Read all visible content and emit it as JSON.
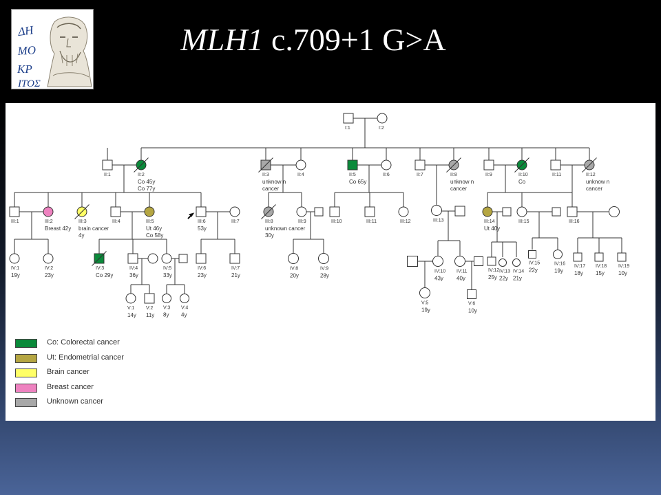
{
  "title": {
    "gene": "MLH1",
    "variant": " c.709+1 G>A"
  },
  "logo": {
    "text": "ΔΗΜΟΚΡΙΤΟΣ",
    "icon": "demokritos-bust-logo"
  },
  "colors": {
    "colorectal": "#0a8a3a",
    "endometrial": "#b5a642",
    "brain": "#ffff66",
    "breast": "#ee82c0",
    "unknown": "#a8a8a8"
  },
  "legend": [
    {
      "key": "colorectal",
      "label": "Co: Colorectal cancer"
    },
    {
      "key": "endometrial",
      "label": "Ut: Endometrial cancer"
    },
    {
      "key": "brain",
      "label": "Brain cancer"
    },
    {
      "key": "breast",
      "label": "Breast cancer"
    },
    {
      "key": "unknown",
      "label": "Unknown cancer"
    }
  ],
  "individuals": [
    {
      "id": "I:1",
      "sex": "m"
    },
    {
      "id": "I:2",
      "sex": "f"
    },
    {
      "id": "II:1",
      "sex": "m"
    },
    {
      "id": "II:2",
      "sex": "f",
      "fill": "colorectal",
      "status": "deceased",
      "notes": [
        "Co 45y",
        "Co 77y"
      ]
    },
    {
      "id": "II:3",
      "sex": "m",
      "fill": "unknown",
      "status": "deceased",
      "notes": [
        "unknow n",
        "cancer"
      ]
    },
    {
      "id": "II:4",
      "sex": "f"
    },
    {
      "id": "II:5",
      "sex": "m",
      "fill": "colorectal",
      "notes": [
        "Co 65y"
      ]
    },
    {
      "id": "II:6",
      "sex": "f"
    },
    {
      "id": "II:7",
      "sex": "m"
    },
    {
      "id": "II:8",
      "sex": "f",
      "fill": "unknown",
      "status": "deceased",
      "notes": [
        "unknow n",
        "cancer"
      ]
    },
    {
      "id": "II:9",
      "sex": "m"
    },
    {
      "id": "II:10",
      "sex": "f",
      "fill": "colorectal",
      "status": "deceased",
      "notes": [
        "Co"
      ]
    },
    {
      "id": "II:11",
      "sex": "m"
    },
    {
      "id": "II:12",
      "sex": "f",
      "fill": "unknown",
      "status": "deceased",
      "notes": [
        "unknow n",
        "cancer"
      ]
    },
    {
      "id": "III:1",
      "sex": "m"
    },
    {
      "id": "III:2",
      "sex": "f",
      "fill": "breast",
      "notes": [
        "Breast 42y"
      ]
    },
    {
      "id": "III:3",
      "sex": "f",
      "fill": "brain",
      "status": "deceased",
      "notes": [
        "brain cancer",
        "4y"
      ]
    },
    {
      "id": "III:4",
      "sex": "m"
    },
    {
      "id": "III:5",
      "sex": "f",
      "fill": "endometrial",
      "notes": [
        "Ut 46y",
        "Co 58y"
      ]
    },
    {
      "id": "III:6",
      "sex": "m",
      "proband": true,
      "notes": [
        "53y"
      ]
    },
    {
      "id": "III:7",
      "sex": "f"
    },
    {
      "id": "III:8",
      "sex": "f",
      "fill": "unknown",
      "status": "deceased",
      "notes": [
        "unknown cancer",
        "30y"
      ]
    },
    {
      "id": "III:9",
      "sex": "f"
    },
    {
      "id": "III:10",
      "sex": "m"
    },
    {
      "id": "III:11",
      "sex": "m"
    },
    {
      "id": "III:12",
      "sex": "f"
    },
    {
      "id": "III:13",
      "sex": "f"
    },
    {
      "id": "III:14",
      "sex": "f",
      "fill": "endometrial",
      "notes": [
        "Ut 40y"
      ]
    },
    {
      "id": "III:15",
      "sex": "f"
    },
    {
      "id": "III:16",
      "sex": "m"
    },
    {
      "id": "IV:1",
      "sex": "f",
      "notes": [
        "19y"
      ]
    },
    {
      "id": "IV:2",
      "sex": "f",
      "notes": [
        "23y"
      ]
    },
    {
      "id": "IV:3",
      "sex": "m",
      "fill": "colorectal",
      "status": "deceased",
      "notes": [
        "Co 29y"
      ]
    },
    {
      "id": "IV:4",
      "sex": "m",
      "notes": [
        "36y"
      ]
    },
    {
      "id": "IV:5",
      "sex": "f",
      "notes": [
        "33y"
      ]
    },
    {
      "id": "IV:6",
      "sex": "m",
      "notes": [
        "23y"
      ]
    },
    {
      "id": "IV:7",
      "sex": "m",
      "notes": [
        "21y"
      ]
    },
    {
      "id": "IV:8",
      "sex": "f",
      "notes": [
        "20y"
      ]
    },
    {
      "id": "IV:9",
      "sex": "f",
      "notes": [
        "28y"
      ]
    },
    {
      "id": "IV:10",
      "sex": "f",
      "notes": [
        "43y"
      ]
    },
    {
      "id": "IV:11",
      "sex": "f",
      "notes": [
        "40y"
      ]
    },
    {
      "id": "IV:12",
      "sex": "m",
      "notes": [
        "25y"
      ]
    },
    {
      "id": "IV:13",
      "sex": "f",
      "notes": [
        "22y"
      ]
    },
    {
      "id": "IV:14",
      "sex": "f",
      "notes": [
        "21y"
      ]
    },
    {
      "id": "IV:15",
      "sex": "m",
      "notes": [
        "22y"
      ]
    },
    {
      "id": "IV:16",
      "sex": "f",
      "notes": [
        "19y"
      ]
    },
    {
      "id": "IV:17",
      "sex": "m",
      "notes": [
        "18y"
      ]
    },
    {
      "id": "IV:18",
      "sex": "m",
      "notes": [
        "15y"
      ]
    },
    {
      "id": "IV:19",
      "sex": "m",
      "notes": [
        "10y"
      ]
    },
    {
      "id": "V:1",
      "sex": "f",
      "notes": [
        "14y"
      ]
    },
    {
      "id": "V:2",
      "sex": "m",
      "notes": [
        "11y"
      ]
    },
    {
      "id": "V:3",
      "sex": "f",
      "notes": [
        "8y"
      ]
    },
    {
      "id": "V:4",
      "sex": "f",
      "notes": [
        "4y"
      ]
    },
    {
      "id": "V:5",
      "sex": "f",
      "notes": [
        "19y"
      ]
    },
    {
      "id": "V:6",
      "sex": "m",
      "notes": [
        "10y"
      ]
    }
  ],
  "unlabeled_spouses": 8
}
